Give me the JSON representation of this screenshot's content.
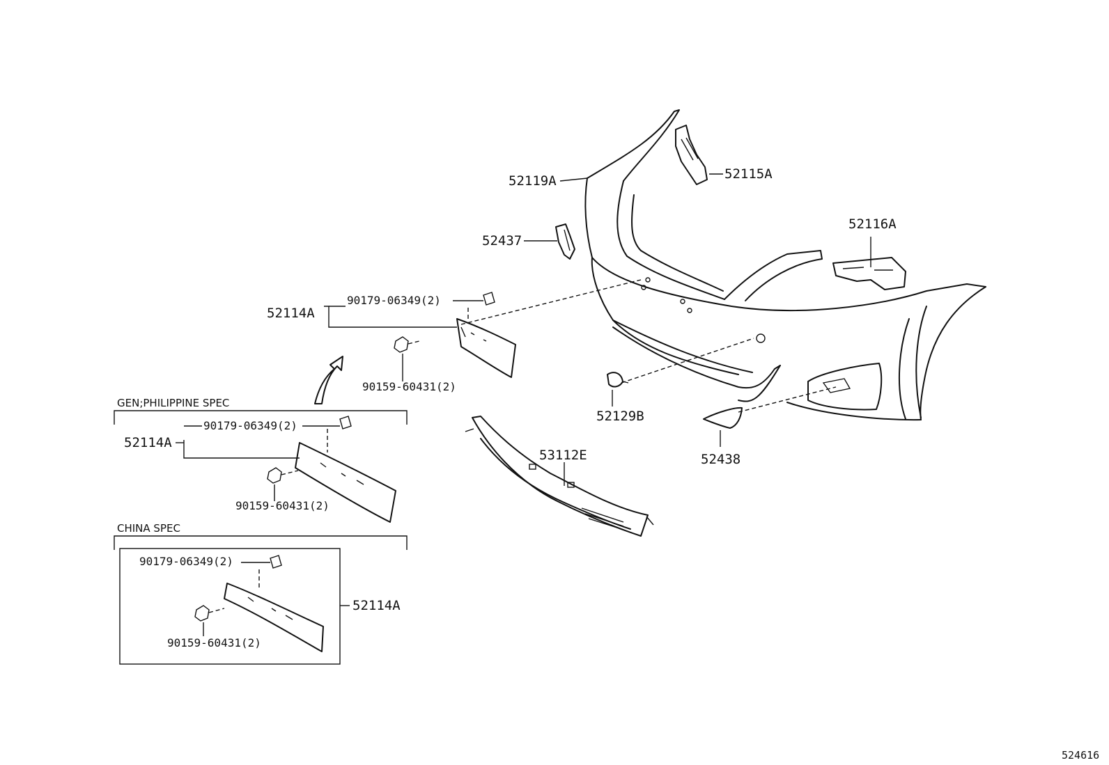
{
  "labels": {
    "p52119A": "52119A",
    "p52115A": "52115A",
    "p52116A": "52116A",
    "p52437": "52437",
    "p52114A_main": "52114A",
    "p90179_main": "90179-06349(2)",
    "p90159_main": "90159-60431(2)",
    "p52129B": "52129B",
    "p53112E": "53112E",
    "p52438": "52438",
    "p52114A_gen": "52114A",
    "p90179_gen": "90179-06349(2)",
    "p90159_gen": "90159-60431(2)",
    "p90179_china": "90179-06349(2)",
    "p52114A_china": "52114A",
    "p90159_china": "90159-60431(2)"
  },
  "specs": {
    "gen": "GEN;PHILIPPINE SPEC",
    "china": "CHINA SPEC"
  },
  "figure_number": "524616",
  "colors": {
    "ink": "#111111",
    "background": "#ffffff"
  }
}
